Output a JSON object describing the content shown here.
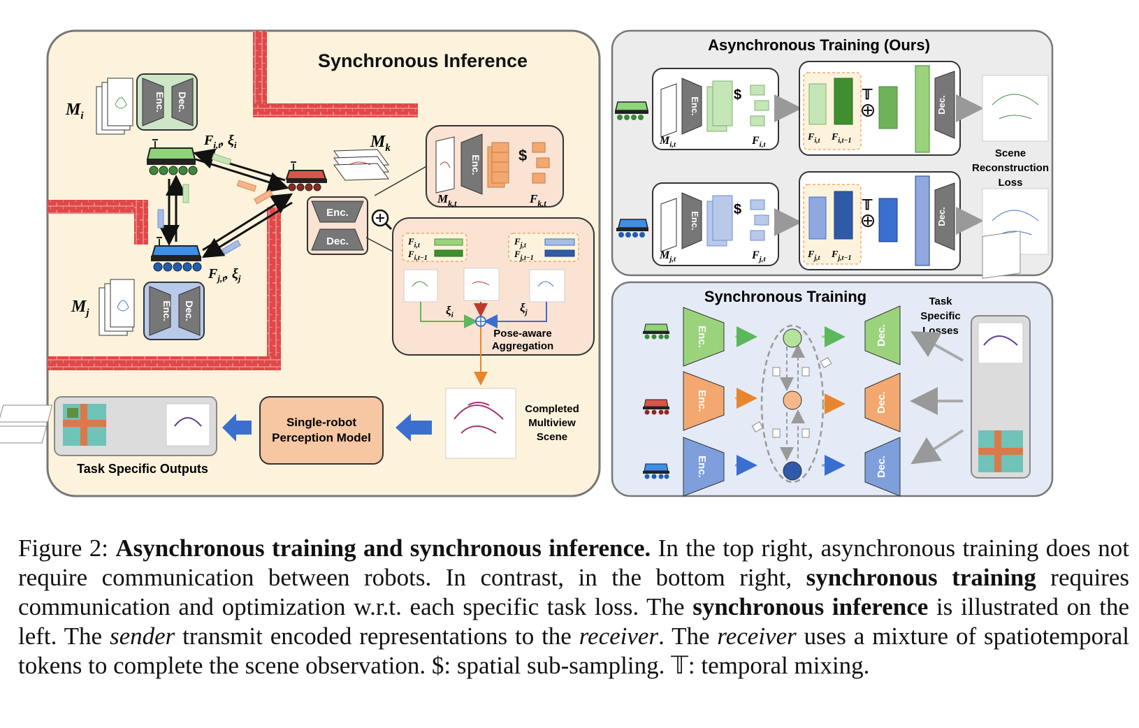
{
  "left_panel": {
    "title": "Synchronous Inference",
    "robot_i": {
      "map_label": "M",
      "map_sub": "i",
      "feat_label": "F",
      "feat_sub": "i,t",
      "pose": "ξ",
      "pose_sub": "i"
    },
    "robot_j": {
      "map_label": "M",
      "map_sub": "j",
      "feat_label": "F",
      "feat_sub": "j,t",
      "pose": "ξ",
      "pose_sub": "j"
    },
    "robot_k": {
      "map_label": "M",
      "map_sub": "k"
    },
    "enc_label": "Enc.",
    "dec_label": "Dec.",
    "zoom_k": {
      "in_label": "M",
      "in_sub": "k,t",
      "out_label": "F",
      "out_sub": "k,t",
      "sampling_symbol": "$"
    },
    "aggregation": {
      "fi_t": "F",
      "fi_t_sub": "i,t",
      "fi_t1_sub": "i,t−1",
      "fj_t": "F",
      "fj_t_sub": "j,t",
      "fj_t1_sub": "j,t−1",
      "xi_i_sub": "i",
      "xi_j_sub": "j",
      "label_line1": "Pose-aware",
      "label_line2": "Aggregation"
    },
    "completed_line1": "Completed",
    "completed_line2": "Multiview",
    "completed_line3": "Scene",
    "perception_line1": "Single-robot",
    "perception_line2": "Perception Model",
    "outputs_label": "Task Specific Outputs"
  },
  "async_panel": {
    "title": "Asynchronous Training (Ours)",
    "row_i": {
      "in_sub": "i,t",
      "feat_sub": "i,t",
      "t_sub": "i,t",
      "t1_sub": "i,t−1"
    },
    "row_j": {
      "in_sub": "j,t",
      "feat_sub": "j,t",
      "t_sub": "j,t",
      "t1_sub": "j,t−1"
    },
    "sampling_symbol": "$",
    "temporal_symbol": "𝕋",
    "loss_line1": "Scene",
    "loss_line2": "Reconstruction",
    "loss_line3": "Loss"
  },
  "sync_panel": {
    "title": "Synchronous Training",
    "losses_line1": "Task",
    "losses_line2": "Specific",
    "losses_line3": "Losses"
  },
  "colors": {
    "green": "#9bd37d",
    "orange": "#f2a86f",
    "blue": "#7f9fdc",
    "red_wall": "#e24545",
    "left_bg": "#fdf3dc",
    "async_bg": "#ececec",
    "sync_bg": "#e4ebf6"
  },
  "caption": {
    "prefix": "Figure 2: ",
    "bold1": "Asynchronous training and synchronous inference.",
    "t1": " In the top right, asynchronous training does not require communication between robots. In contrast, in the bottom right, ",
    "bold2": "synchronous training",
    "t2": " requires communication and optimization w.r.t. each specific task loss. The ",
    "bold3": "synchronous inference",
    "t3": " is illustrated on the left.  The ",
    "it1": "sender",
    "t4": " transmit encoded representations to the ",
    "it2": "receiver",
    "t5": ". The ",
    "it3": "receiver",
    "t6": " uses a mixture of spatiotemporal tokens to complete the scene observation. $: spatial sub-sampling. 𝕋: temporal mixing."
  }
}
